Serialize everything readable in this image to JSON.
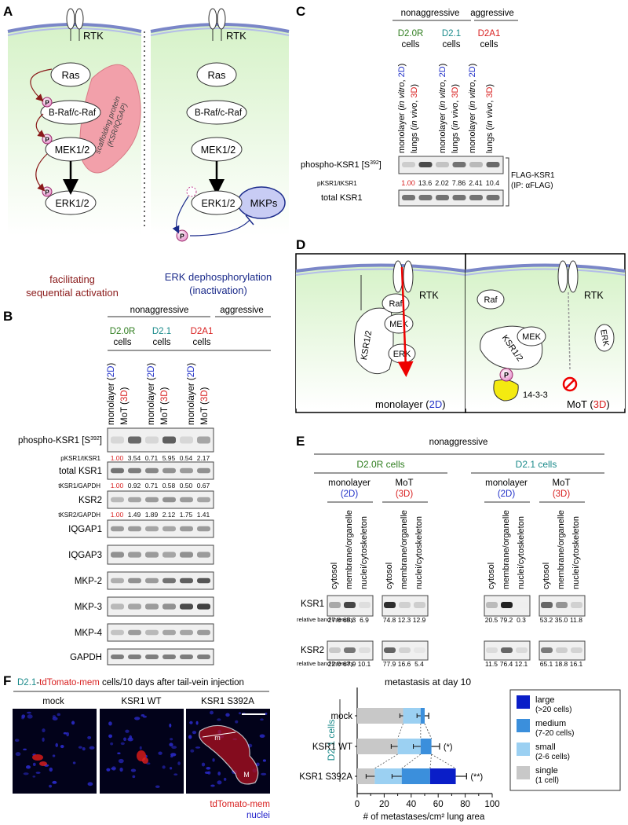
{
  "panelA": {
    "letter": "A",
    "rtk": "RTK",
    "ras": "Ras",
    "raf": "B-Raf/c-Raf",
    "mek": "MEK1/2",
    "erk": "ERK1/2",
    "p": "P",
    "scaffold1": "scaffolding protein",
    "scaffold2": "(KSR/IQGAP)",
    "mkps": "MKPs",
    "caption_left_1": "facilitating",
    "caption_left_2": "sequential activation",
    "caption_right_1": "ERK dephosphorylation",
    "caption_right_2": "(inactivation)"
  },
  "panelB": {
    "letter": "B",
    "group_nonagg": "nonaggressive",
    "group_agg": "aggressive",
    "cell1": "D2.0R",
    "cell2": "D2.1",
    "cell3": "D2A1",
    "cells": "cells",
    "lanes": [
      {
        "name": "monolayer",
        "tag": "2D"
      },
      {
        "name": "MoT",
        "tag": "3D"
      },
      {
        "name": "monolayer",
        "tag": "2D"
      },
      {
        "name": "MoT",
        "tag": "3D"
      },
      {
        "name": "monolayer",
        "tag": "2D"
      },
      {
        "name": "MoT",
        "tag": "3D"
      }
    ],
    "blots": [
      {
        "label": "phospho-KSR1 [S",
        "sup": "392",
        "close": "]"
      },
      {
        "label": "total KSR1"
      },
      {
        "label": "KSR2"
      },
      {
        "label": "IQGAP1"
      },
      {
        "label": "IQGAP3"
      },
      {
        "label": "MKP-2"
      },
      {
        "label": "MKP-3"
      },
      {
        "label": "MKP-4"
      },
      {
        "label": "GAPDH"
      }
    ],
    "ratios": [
      {
        "label": "pKSR1/tKSR1",
        "values": [
          "1.00",
          "3.54",
          "0.71",
          "5.95",
          "0.54",
          "2.17"
        ]
      },
      {
        "label": "tKSR1/GAPDH",
        "values": [
          "1.00",
          "0.92",
          "0.71",
          "0.58",
          "0.50",
          "0.67"
        ]
      },
      {
        "label": "tKSR2/GAPDH",
        "values": [
          "1.00",
          "1.49",
          "1.89",
          "2.12",
          "1.75",
          "1.41"
        ]
      }
    ]
  },
  "panelC": {
    "letter": "C",
    "group_nonagg": "nonaggressive",
    "group_agg": "aggressive",
    "cell1": "D2.0R",
    "cell2": "D2.1",
    "cell3": "D2A1",
    "cells": "cells",
    "lane_a": "monolayer (",
    "lane_a_it": "in vitro",
    "lane_a_end": ", ",
    "lane_b": "lungs (",
    "lane_b_it": "in vivo",
    "lane_b_end": ", ",
    "tag2d": "2D",
    "tag3d": "3D",
    "blot1": "phospho-KSR1 [S",
    "blot1_sup": "392",
    "blot1_close": "]",
    "ratio_label": "pKSR1/tKSR1",
    "ratio_values": [
      "1.00",
      "13.6",
      "2.02",
      "7.86",
      "2.41",
      "10.4"
    ],
    "blot2": "total KSR1",
    "flag1": "FLAG-KSR1",
    "flag2": "(IP: αFLAG)"
  },
  "panelD": {
    "letter": "D",
    "rtk": "RTK",
    "raf": "Raf",
    "mek": "MEK",
    "erk": "ERK",
    "ksr": "KSR1/2",
    "p": "P",
    "prot1433": "14-3-3",
    "cap_left": "monolayer (",
    "cap_right": "MoT (",
    "tag2d": "2D",
    "tag3d": "3D",
    "close": ")"
  },
  "panelE": {
    "letter": "E",
    "header": "nonaggressive",
    "cellA": "D2.0R cells",
    "cellB": "D2.1 cells",
    "mono": "monolayer",
    "mot": "MoT",
    "tag2d": "(2D)",
    "tag3d": "(3D)",
    "fractions": [
      "cytosol",
      "membrane/organelle",
      "nuclei/cytoskeleton"
    ],
    "row1": "KSR1",
    "row2": "KSR2",
    "rbi": "relative band intensity",
    "ksr1_values": [
      [
        "27.8",
        "65.3",
        "6.9"
      ],
      [
        "74.8",
        "12.3",
        "12.9"
      ],
      [
        "20.5",
        "79.2",
        "0.3"
      ],
      [
        "53.2",
        "35.0",
        "11.8"
      ]
    ],
    "ksr2_values": [
      [
        "22.0",
        "67.9",
        "10.1"
      ],
      [
        "77.9",
        "16.6",
        "5.4"
      ],
      [
        "11.5",
        "76.4",
        "12.1"
      ],
      [
        "65.1",
        "18.8",
        "16.1"
      ]
    ]
  },
  "panelF": {
    "letter": "F",
    "title_a": "D2.1",
    "title_b": "-",
    "title_c": "tdTomato-mem",
    "title_d": " cells/10 days after tail-vein injection",
    "img1": "mock",
    "img2": "KSR1 WT",
    "img3": "KSR1 S392A",
    "label_m": "m",
    "label_M": "M",
    "legend_red": "tdTomato-mem",
    "legend_blue": "nuclei"
  },
  "chart_data": {
    "type": "bar",
    "title": "metastasis at day 10",
    "ylabel": "D2.1 cells",
    "xlabel": "# of metastases/cm² lung area",
    "categories": [
      "mock",
      "KSR1 WT",
      "KSR1 S392A"
    ],
    "xlim": [
      0,
      100
    ],
    "xticks": [
      0,
      10,
      20,
      30,
      40,
      50,
      60,
      70,
      80,
      90,
      100
    ],
    "stacked": true,
    "series": [
      {
        "name": "single",
        "name2": "(1 cell)",
        "color": "#c8c8c8",
        "values": [
          34,
          30,
          13
        ]
      },
      {
        "name": "small",
        "name2": "(2-6 cells)",
        "color": "#9bd0f2",
        "values": [
          13,
          17,
          20
        ]
      },
      {
        "name": "medium",
        "name2": "(7-20 cells)",
        "color": "#3b8fdc",
        "values": [
          3,
          8,
          21
        ]
      },
      {
        "name": "large",
        "name2": "(>20 cells)",
        "color": "#0a1ec8",
        "values": [
          0,
          0,
          19
        ]
      }
    ],
    "error": [
      3,
      6,
      8
    ],
    "significance": [
      "",
      "(*)",
      "(**)"
    ]
  }
}
